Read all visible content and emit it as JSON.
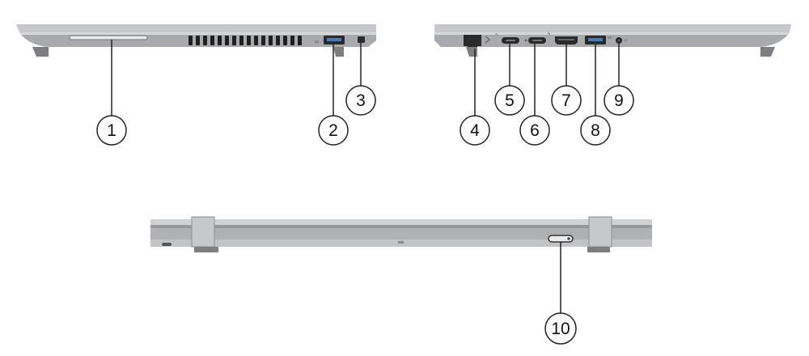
{
  "callouts": [
    {
      "id": 1,
      "label": "1"
    },
    {
      "id": 2,
      "label": "2"
    },
    {
      "id": 3,
      "label": "3"
    },
    {
      "id": 4,
      "label": "4"
    },
    {
      "id": 5,
      "label": "5"
    },
    {
      "id": 6,
      "label": "6"
    },
    {
      "id": 7,
      "label": "7"
    },
    {
      "id": 8,
      "label": "8"
    },
    {
      "id": 9,
      "label": "9"
    },
    {
      "id": 10,
      "label": "10"
    }
  ],
  "colors": {
    "chassis": "#b5b6b8",
    "chassis_dark": "#8e8f91",
    "chassis_light": "#d9dadc",
    "port_dark": "#2a2a2a",
    "line": "#222222"
  }
}
